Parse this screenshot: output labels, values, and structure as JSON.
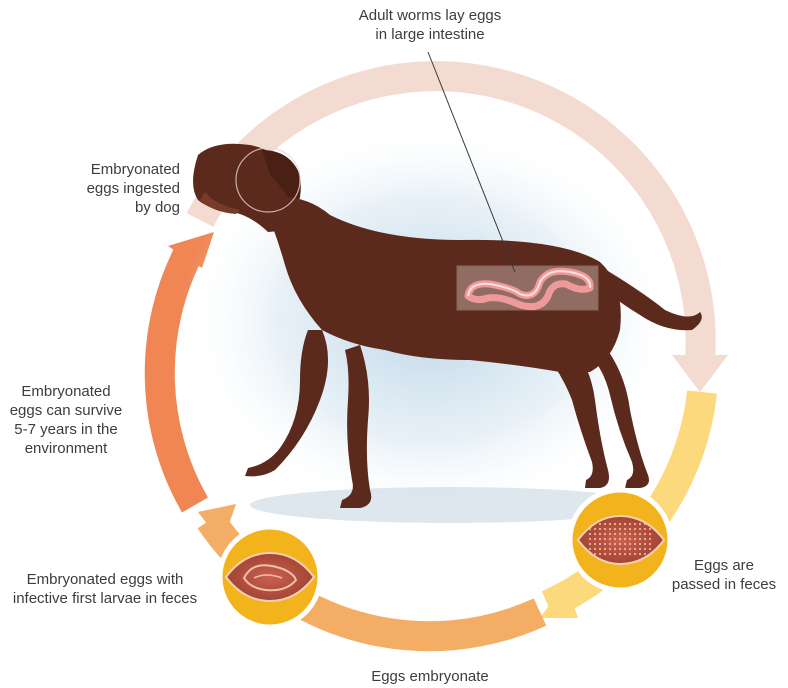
{
  "diagram": {
    "colors": {
      "ring_top": "#f2d9d0",
      "ring_yellow": "#fbd97a",
      "ring_orange": "#f2a15b",
      "ring_red": "#ee8050",
      "egg_circle": "#f2b31c",
      "egg_circle_border": "#ffffff",
      "dog": "#5a2a1c",
      "worm": "#e58a8a",
      "halo": "#c9dceb"
    },
    "stages": [
      {
        "id": "adult-worms",
        "text": "Adult worms lay eggs\nin large intestine"
      },
      {
        "id": "eggs-passed",
        "text": "Eggs are\npassed in feces"
      },
      {
        "id": "eggs-embryonate",
        "text": "Eggs embryonate"
      },
      {
        "id": "embryonated-feces",
        "text": "Embryonated eggs with\ninfective first larvae in feces"
      },
      {
        "id": "survive",
        "text": "Embryonated\neggs can survive\n5-7 years in the\nenvironment"
      },
      {
        "id": "ingested",
        "text": "Embryonated\neggs ingested\nby dog"
      }
    ],
    "icons": [
      "dog-illustration",
      "intestine-worm-icon",
      "egg-icon",
      "embryonated-egg-icon"
    ]
  }
}
